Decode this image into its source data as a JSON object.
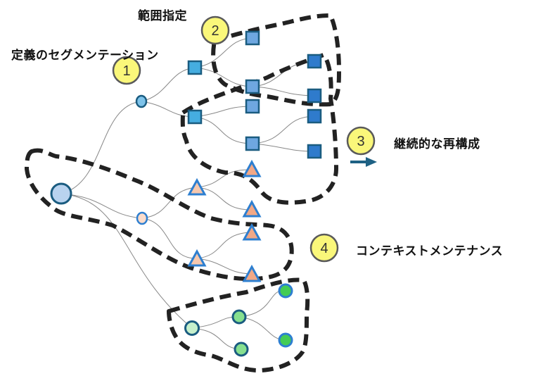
{
  "labels": {
    "range": "範囲指定",
    "segmentation": "定義のセグメンテーション",
    "reconfig": "継続的な再構成",
    "context": "コンテキストメンテナンス"
  },
  "badges": [
    "1",
    "2",
    "3",
    "4"
  ],
  "colors": {
    "badge_fill": "#faf77a",
    "badge_stroke": "#5a5a5a",
    "root_fill": "#b9d3ef",
    "node_stroke_dark": "#1a5c80",
    "node_stroke_blue": "#2e7fd0",
    "square_light": "#45ade0",
    "square_mid": "#6ea7e0",
    "square_dark": "#2f7bcc",
    "triangle_fill": "#f2a886",
    "triangle_light": "#f6c8ae",
    "green_light": "#c6f0cc",
    "green_mid": "#86e08f",
    "green_dark": "#44cc55",
    "dash": "#222222",
    "arrow": "#1e6184",
    "edge": "#888888"
  }
}
